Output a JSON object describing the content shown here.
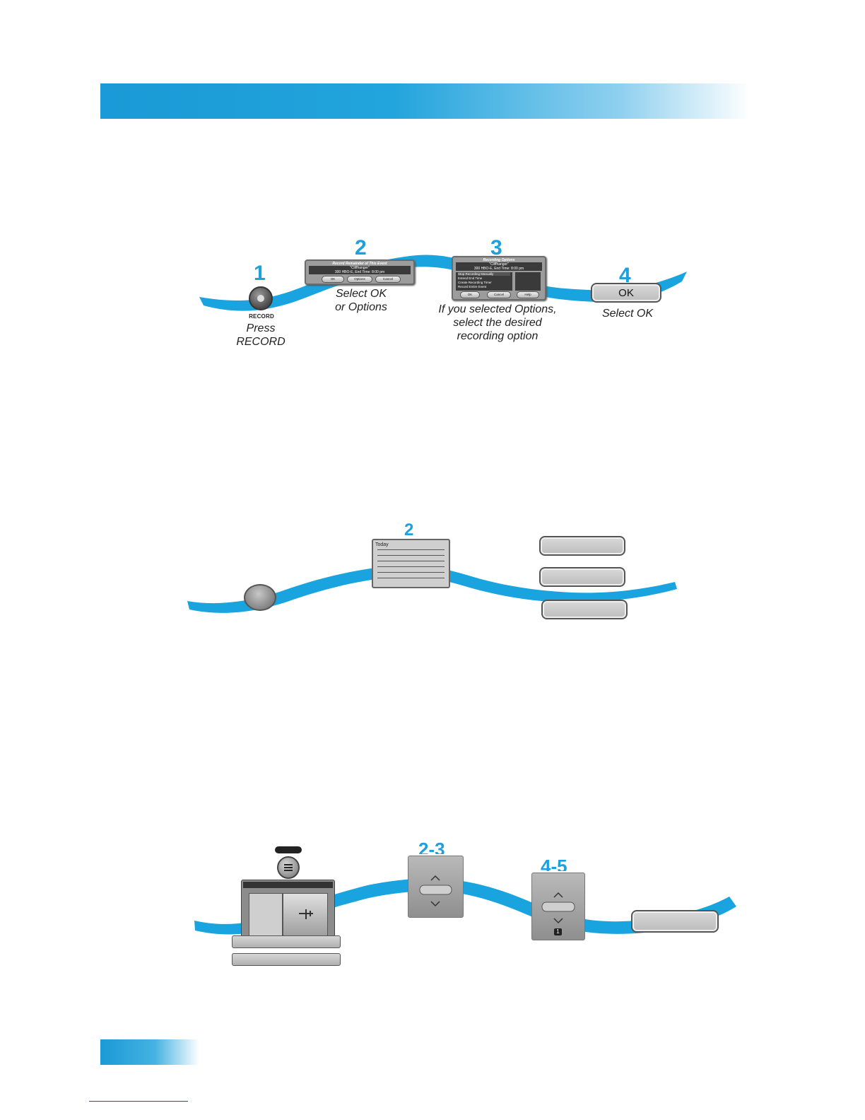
{
  "section1": {
    "steps": [
      {
        "number": "1",
        "button_label": "RECORD",
        "caption_lines": [
          "Press",
          "RECORD"
        ]
      },
      {
        "number": "2",
        "caption_lines": [
          "Select OK",
          "or Options"
        ]
      },
      {
        "number": "3",
        "caption_lines": [
          "If you selected Options,",
          "select the desired",
          "recording option"
        ]
      },
      {
        "number": "4",
        "ok_label": "OK",
        "caption_lines": [
          "Select OK"
        ]
      }
    ],
    "dialog2": {
      "title": "Record Remainder of This Event",
      "event": "\"Cliffhanger\"",
      "info": "300 HBO-E, End Time: 8:00 pm",
      "buttons": [
        "OK",
        "Options",
        "Cancel"
      ]
    },
    "dialog3": {
      "title": "Recording Options",
      "event": "\"Cliffhanger\"",
      "info": "300 HBO-E, End Time: 8:00 pm",
      "options": [
        "Stop Recording Manually",
        "Extend End Time",
        "Create Recording Timer",
        "Record Entire Event"
      ],
      "buttons": [
        "OK",
        "Cancel",
        "Help"
      ]
    }
  },
  "section2": {
    "step_number": "2",
    "list_header": "Today"
  },
  "section3": {
    "step_a": "2-3",
    "step_b": "4-5",
    "lock_badge": "1"
  },
  "colors": {
    "accent": "#1ea0dc",
    "button_gray": "#c4c4c4"
  }
}
